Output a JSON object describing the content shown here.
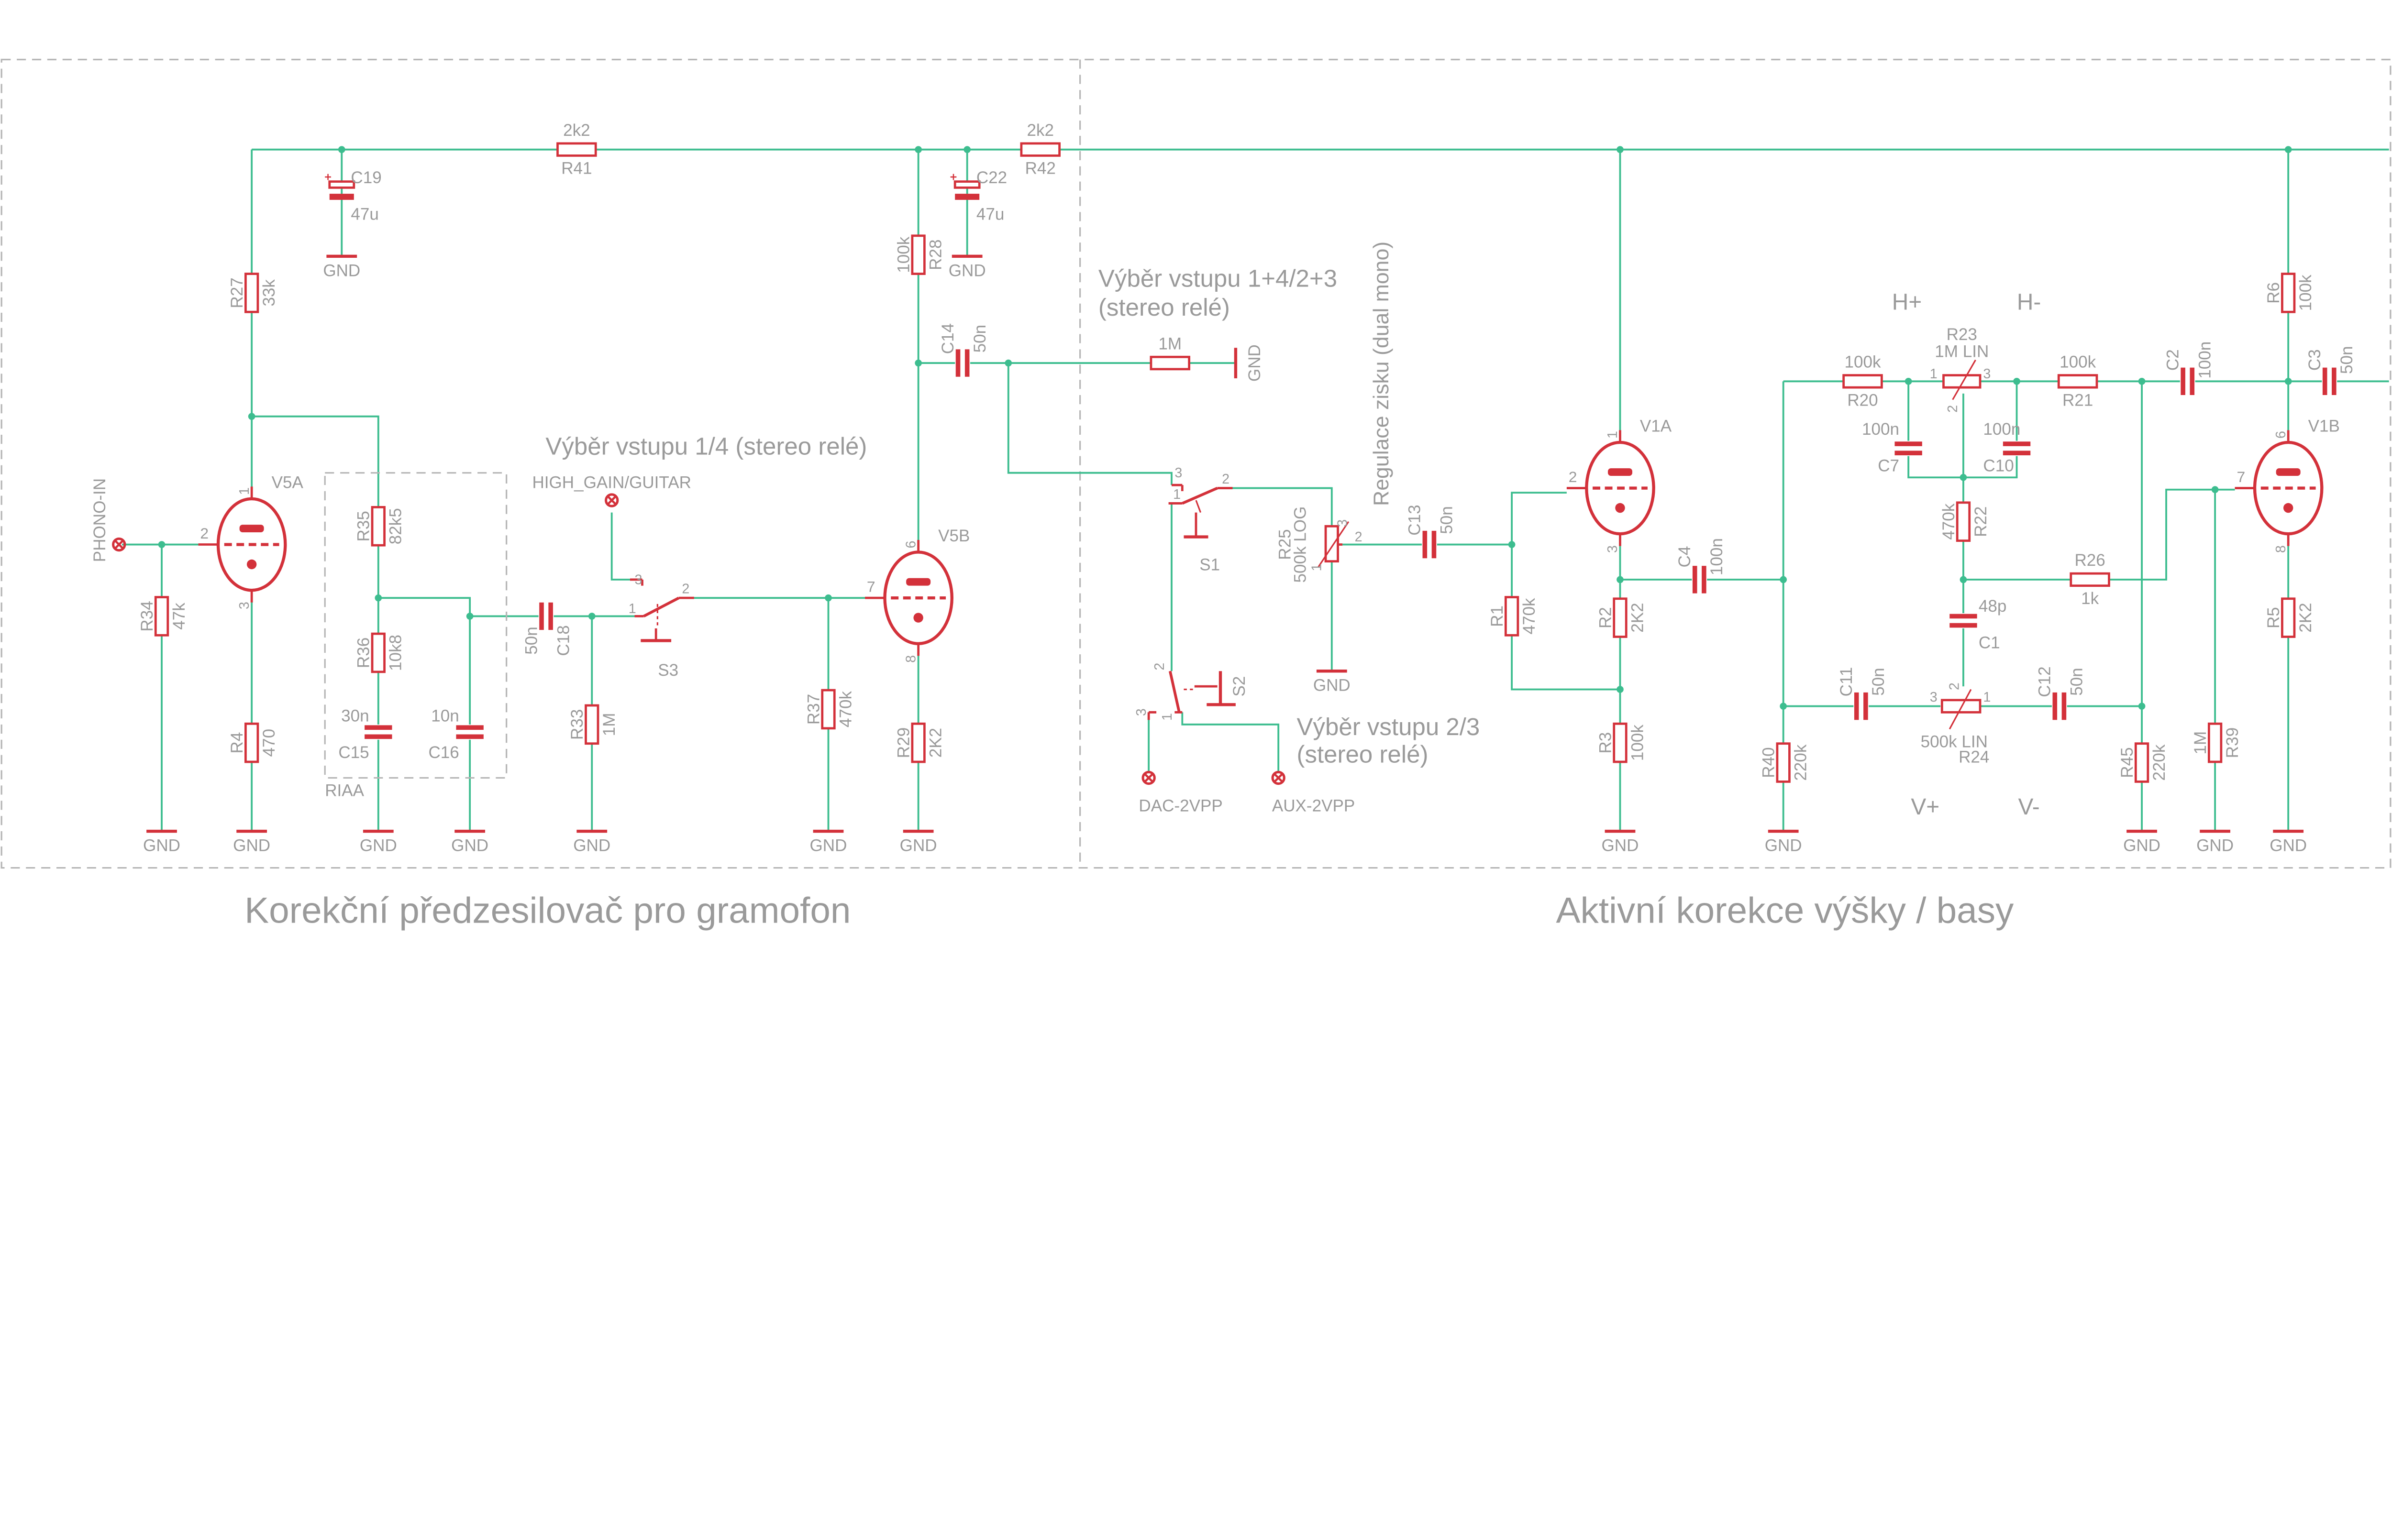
{
  "titles": {
    "left": "Korekční předzesilovač pro gramofon",
    "right": "Aktivní korekce výšky / basy"
  },
  "notes": {
    "sel14": "Výběr vstupu 1/4 (stereo relé)",
    "sel1423_l1": "Výběr vstupu 1+4/2+3",
    "sel1423_l2": "(stereo relé)",
    "sel23_l1": "Výběr vstupu 2/3",
    "sel23_l2": "(stereo relé)",
    "gain": "Regulace zisku (dual mono)",
    "riaa": "RIAA",
    "h_plus": "H+",
    "h_minus": "H-",
    "v_plus": "V+",
    "v_minus": "V-"
  },
  "connectors": {
    "phono": "PHONO-IN",
    "high_gain": "HIGH_GAIN/GUITAR",
    "dac": "DAC-2VPP",
    "aux": "AUX-2VPP"
  },
  "gnd": "GND",
  "parts": {
    "R41": {
      "ref": "R41",
      "value": "2k2"
    },
    "R42": {
      "ref": "R42",
      "value": "2k2"
    },
    "R27": {
      "ref": "R27",
      "value": "33k"
    },
    "R34": {
      "ref": "R34",
      "value": "47k"
    },
    "R4": {
      "ref": "R4",
      "value": "470"
    },
    "R35": {
      "ref": "R35",
      "value": "82k5"
    },
    "R36": {
      "ref": "R36",
      "value": "10k8"
    },
    "R33": {
      "ref": "R33",
      "value": "1M"
    },
    "R37": {
      "ref": "R37",
      "value": "470k"
    },
    "R28": {
      "ref": "R28",
      "value": "100k"
    },
    "R29": {
      "ref": "R29",
      "value": "2K2"
    },
    "RG": {
      "value": "1M"
    },
    "R1": {
      "ref": "R1",
      "value": "470k"
    },
    "R2": {
      "ref": "R2",
      "value": "2K2"
    },
    "R3": {
      "ref": "R3",
      "value": "100k"
    },
    "R40": {
      "ref": "R40",
      "value": "220k"
    },
    "R45": {
      "ref": "R45",
      "value": "220k"
    },
    "R20": {
      "ref": "R20",
      "value": "100k"
    },
    "R21": {
      "ref": "R21",
      "value": "100k"
    },
    "R22": {
      "ref": "R22",
      "value": "470k"
    },
    "R26": {
      "ref": "R26",
      "value": "1k"
    },
    "R39": {
      "ref": "R39",
      "value": "1M"
    },
    "R6": {
      "ref": "R6",
      "value": "100k"
    },
    "R5": {
      "ref": "R5",
      "value": "2K2"
    },
    "C19": {
      "ref": "C19",
      "value": "47u"
    },
    "C22": {
      "ref": "C22",
      "value": "47u"
    },
    "C15": {
      "ref": "C15",
      "value": "30n"
    },
    "C16": {
      "ref": "C16",
      "value": "10n"
    },
    "C18": {
      "ref": "C18",
      "value": "50n"
    },
    "C14": {
      "ref": "C14",
      "value": "50n"
    },
    "C13": {
      "ref": "C13",
      "value": "50n"
    },
    "C4": {
      "ref": "C4",
      "value": "100n"
    },
    "C7": {
      "ref": "C7",
      "value": "100n"
    },
    "C10": {
      "ref": "C10",
      "value": "100n"
    },
    "C1": {
      "ref": "C1",
      "value": "48p"
    },
    "C11": {
      "ref": "C11",
      "value": "50n"
    },
    "C12": {
      "ref": "C12",
      "value": "50n"
    },
    "C2": {
      "ref": "C2",
      "value": "100n"
    },
    "C3": {
      "ref": "C3",
      "value": "50n"
    },
    "R25": {
      "ref": "R25",
      "value": "500k LOG",
      "pins": [
        "1",
        "2",
        "3"
      ]
    },
    "R23": {
      "ref": "R23",
      "value": "1M LIN",
      "pins": [
        "1",
        "2",
        "3"
      ]
    },
    "R24": {
      "ref": "R24",
      "value": "500k LIN",
      "pins": [
        "1",
        "2",
        "3"
      ]
    },
    "V5A": {
      "ref": "V5A",
      "pins": [
        "1",
        "2",
        "3"
      ]
    },
    "V5B": {
      "ref": "V5B",
      "pins": [
        "6",
        "7",
        "8"
      ]
    },
    "V1A": {
      "ref": "V1A",
      "pins": [
        "1",
        "2",
        "3"
      ]
    },
    "V1B": {
      "ref": "V1B",
      "pins": [
        "6",
        "7",
        "8"
      ]
    },
    "S1": {
      "ref": "S1",
      "pins": [
        "1",
        "2",
        "3"
      ]
    },
    "S2": {
      "ref": "S2",
      "pins": [
        "1",
        "2",
        "3"
      ]
    },
    "S3": {
      "ref": "S3",
      "pins": [
        "1",
        "2",
        "3"
      ]
    }
  },
  "colors": {
    "wire": "#3dbd8f",
    "part": "#d3313a",
    "text": "#9a9a9a",
    "frame": "#b5b5b5"
  }
}
